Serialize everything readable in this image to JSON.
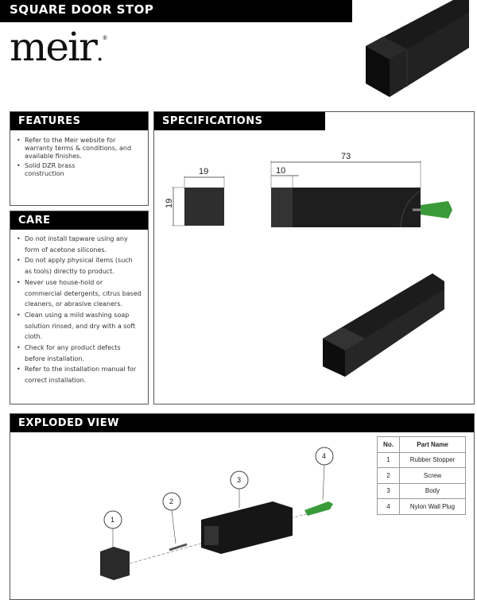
{
  "header": {
    "title": "SQUARE DOOR STOP",
    "logo": "meir",
    "logo_mark": "®"
  },
  "features": {
    "heading": "FEATURES",
    "items": [
      "Refer to the Meir website for warranty terms & conditions, and available finishes.",
      "Solid DZR brass construction"
    ]
  },
  "care": {
    "heading": "CARE",
    "items": [
      "Do not install tapware using any form of acetone silicones.",
      "Do not apply physical items (such as tools) directly to product.",
      "Never use house-hold or commercial detergents, citrus based cleaners, or abrasive cleaners.",
      "Clean using a mild washing soap solution rinsed, and dry with a soft cloth.",
      "Check for any product defects before installation.",
      "Refer to the installation manual for correct installation."
    ]
  },
  "specifications": {
    "heading": "SPECIFICATIONS",
    "dims": {
      "width": "19",
      "height": "19",
      "length": "73",
      "stopper": "10"
    }
  },
  "exploded": {
    "heading": "EXPLODED VIEW",
    "callouts": [
      "1",
      "2",
      "3",
      "4"
    ],
    "table": {
      "headers": [
        "No.",
        "Part Name"
      ],
      "rows": [
        [
          "1",
          "Rubber Stopper"
        ],
        [
          "2",
          "Screw"
        ],
        [
          "3",
          "Body"
        ],
        [
          "4",
          "Nylon Wall Plug"
        ]
      ]
    }
  }
}
